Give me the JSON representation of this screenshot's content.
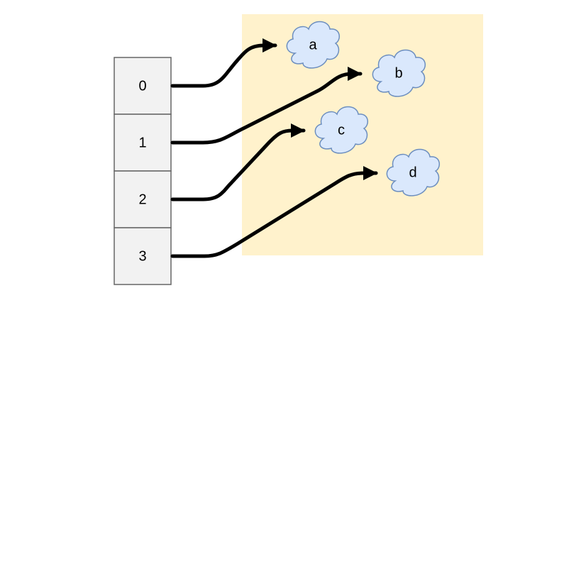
{
  "diagram": {
    "colors": {
      "region_fill": "#fff2cc",
      "cell_fill": "#f2f2f2",
      "cell_stroke": "#666666",
      "cloud_fill": "#dae8fc",
      "cloud_stroke": "#6c8ebf",
      "arrow": "#000000"
    },
    "array_cells": [
      {
        "label": "0"
      },
      {
        "label": "1"
      },
      {
        "label": "2"
      },
      {
        "label": "3"
      }
    ],
    "clouds": [
      {
        "label": "a"
      },
      {
        "label": "b"
      },
      {
        "label": "c"
      },
      {
        "label": "d"
      }
    ],
    "edges": [
      {
        "from": "0",
        "to": "a"
      },
      {
        "from": "1",
        "to": "b"
      },
      {
        "from": "2",
        "to": "c"
      },
      {
        "from": "3",
        "to": "d"
      }
    ]
  }
}
